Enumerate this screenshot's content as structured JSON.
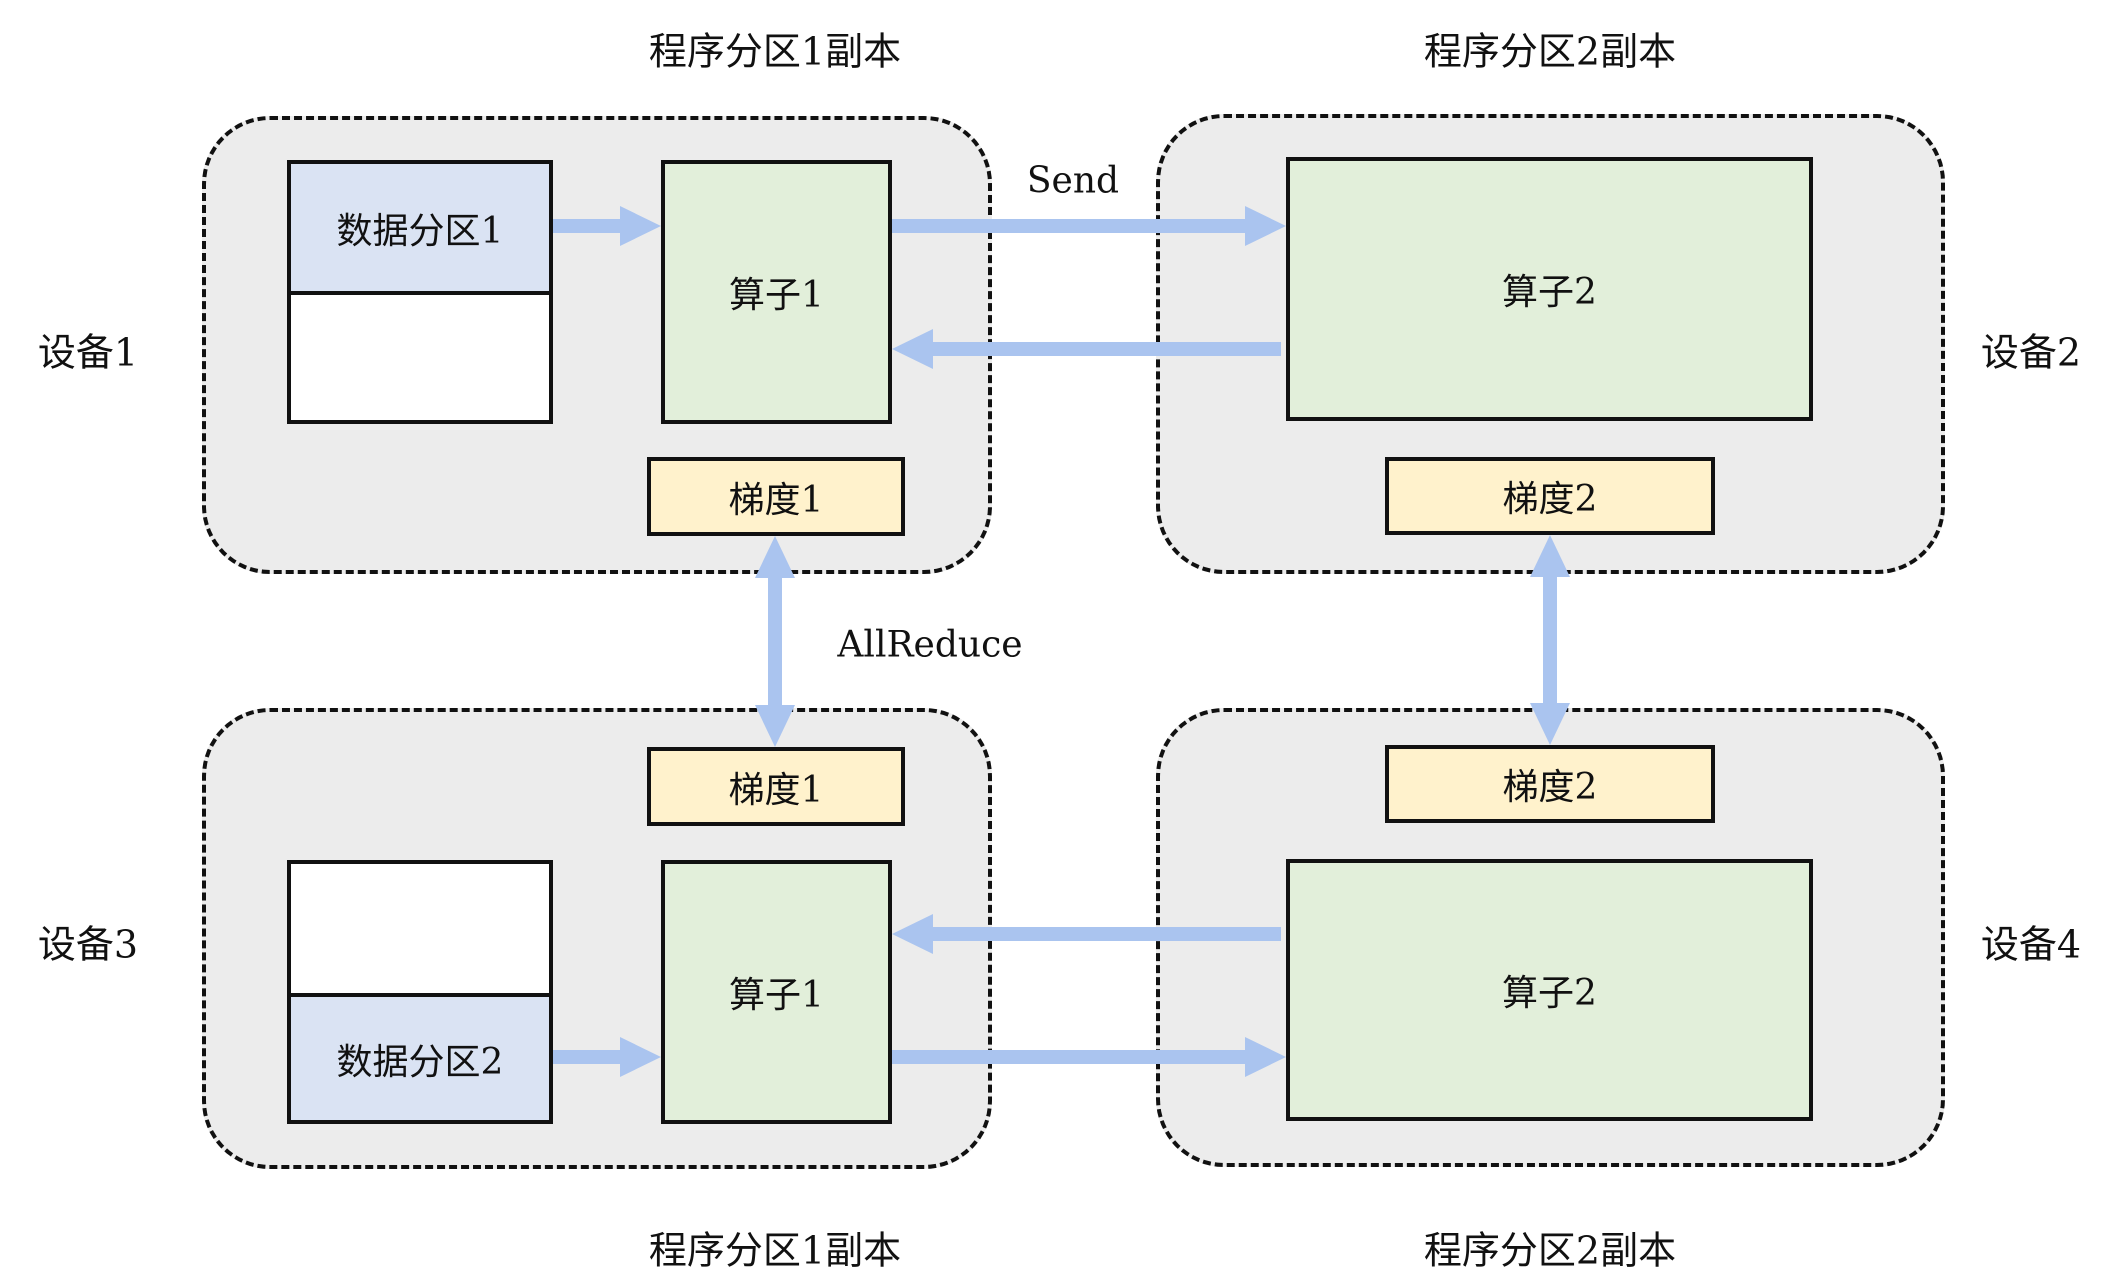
{
  "titles": {
    "top_left": "程序分区1副本",
    "top_right": "程序分区2副本",
    "bottom_left": "程序分区1副本",
    "bottom_right": "程序分区2副本"
  },
  "devices": [
    {
      "label": "设备1",
      "data": "数据分区1",
      "op": "算子1",
      "grad": "梯度1"
    },
    {
      "label": "设备2",
      "op": "算子2",
      "grad": "梯度2"
    },
    {
      "label": "设备3",
      "data": "数据分区2",
      "op": "算子1",
      "grad": "梯度1"
    },
    {
      "label": "设备4",
      "op": "算子2",
      "grad": "梯度2"
    }
  ],
  "edges": {
    "send_label": "Send",
    "allreduce_label": "AllReduce"
  },
  "colors": {
    "arrow": "#aac4ef",
    "device_bg": "#ececec",
    "data_fill": "#dae3f3",
    "op_fill": "#e2efda",
    "grad_fill": "#fff2cc"
  }
}
